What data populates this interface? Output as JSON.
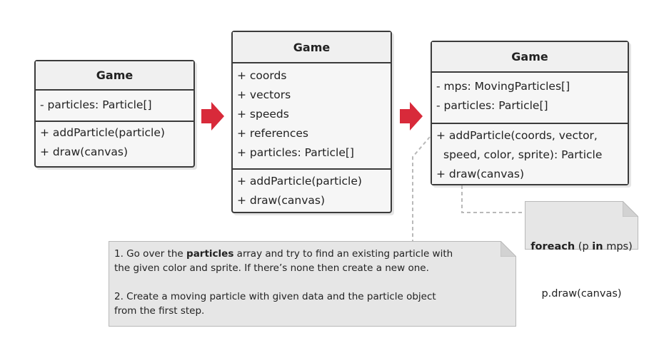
{
  "box1": {
    "title": "Game",
    "fields": [
      "- particles: Particle[]"
    ],
    "methods": [
      "+ addParticle(particle)",
      "+ draw(canvas)"
    ]
  },
  "box2": {
    "title": "Game",
    "fields": [
      "+ coords",
      "+ vectors",
      "+ speeds",
      "+ references",
      "+ particles: Particle[]"
    ],
    "methods": [
      "+ addParticle(particle)",
      "+ draw(canvas)"
    ]
  },
  "box3": {
    "title": "Game",
    "fields": [
      "- mps: MovingParticles[]",
      "- particles: Particle[]"
    ],
    "methods": [
      "+ addParticle(coords, vector,",
      "speed, color, sprite): Particle",
      "+ draw(canvas)"
    ]
  },
  "note1": {
    "p1_pre": "1. Go over the ",
    "p1_bold": "particles",
    "p1_post": " array and try to find an existing particle with",
    "p1_line2": "the given color and sprite. If there’s none then create a new one.",
    "p2_line1": "2. Create a moving particle with given data and the particle object",
    "p2_line2": "from the first step."
  },
  "note2": {
    "kw_foreach": "foreach",
    "open": " (p ",
    "kw_in": "in",
    "close": " mps)",
    "line2": "p.draw(canvas)"
  },
  "colors": {
    "arrow": "#d82a3a",
    "border": "#3b3b3b",
    "note_fill": "#e6e6e6",
    "connector": "#b9b9b9"
  }
}
